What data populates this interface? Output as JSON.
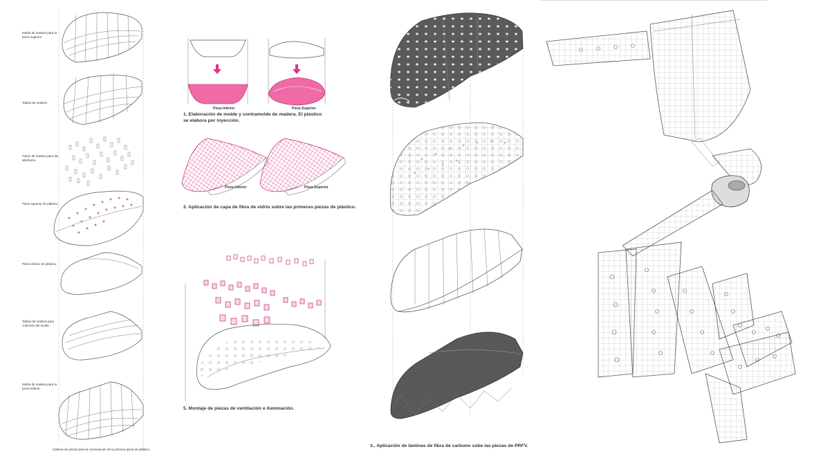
{
  "column1": {
    "labels": [
      "Molde de madera para la pieza superior.",
      "Tablas de madera.",
      "Tubos de madera para las aberturas.",
      "Pieza superior de plástico.",
      "Pieza inferior de plástico.",
      "Tablas de madera para cubrición del molde.",
      "Molde de madera para la pieza inferior."
    ],
    "footer": "Cadena de piezas para la conexuación de la primera pieza de plástico."
  },
  "column2": {
    "step1": {
      "tag_left": "Pieza Inferior",
      "tag_right": "Pieza Superior",
      "caption": "1. Elaboración de molde y contramolde de madera. El plástico se elabora por inyección."
    },
    "step2": {
      "tag_left": "Pieza Inferior",
      "tag_right": "Pieza Superior",
      "caption": "2. Aplicación de capa de fibra de vidrio sobre las primeras piezas de plástico."
    },
    "step5": {
      "caption": "5. Montaje de piezas de ventilación e iluminación."
    }
  },
  "column3": {
    "caption": "3.. Aplicación de láminas de fibra de carbono sobe las piezas de PRFV."
  },
  "colors": {
    "accent_pink": "#e0338a",
    "pink_fill": "#f06aa8",
    "dark_fill": "#4a4a4a",
    "line": "#666666"
  }
}
